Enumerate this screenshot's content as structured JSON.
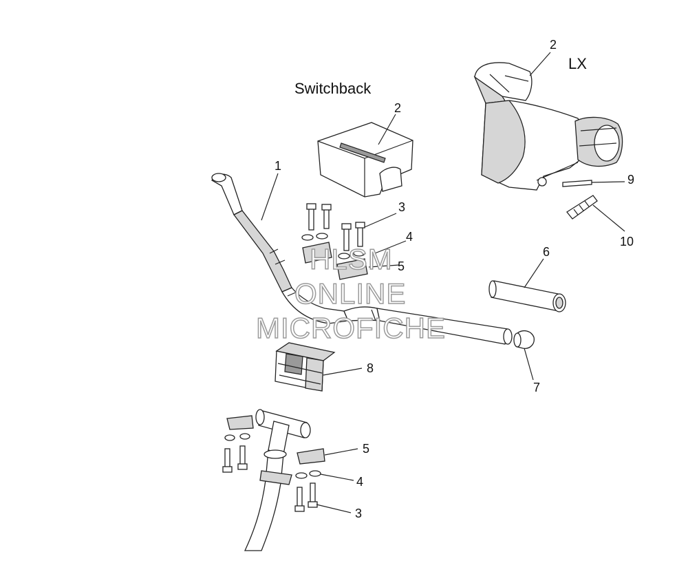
{
  "labels": {
    "switchback": "Switchback",
    "lx": "LX"
  },
  "callouts": {
    "c1": "1",
    "c2_switchback": "2",
    "c2_lx": "2",
    "c3_top": "3",
    "c4_top": "4",
    "c5_top": "5",
    "c6": "6",
    "c7": "7",
    "c8": "8",
    "c9": "9",
    "c10": "10",
    "c5_bottom": "5",
    "c4_bottom": "4",
    "c3_bottom": "3"
  },
  "watermark": {
    "line1": "HLSM",
    "line2": "ONLINE",
    "line3": "MICROFICHE"
  }
}
